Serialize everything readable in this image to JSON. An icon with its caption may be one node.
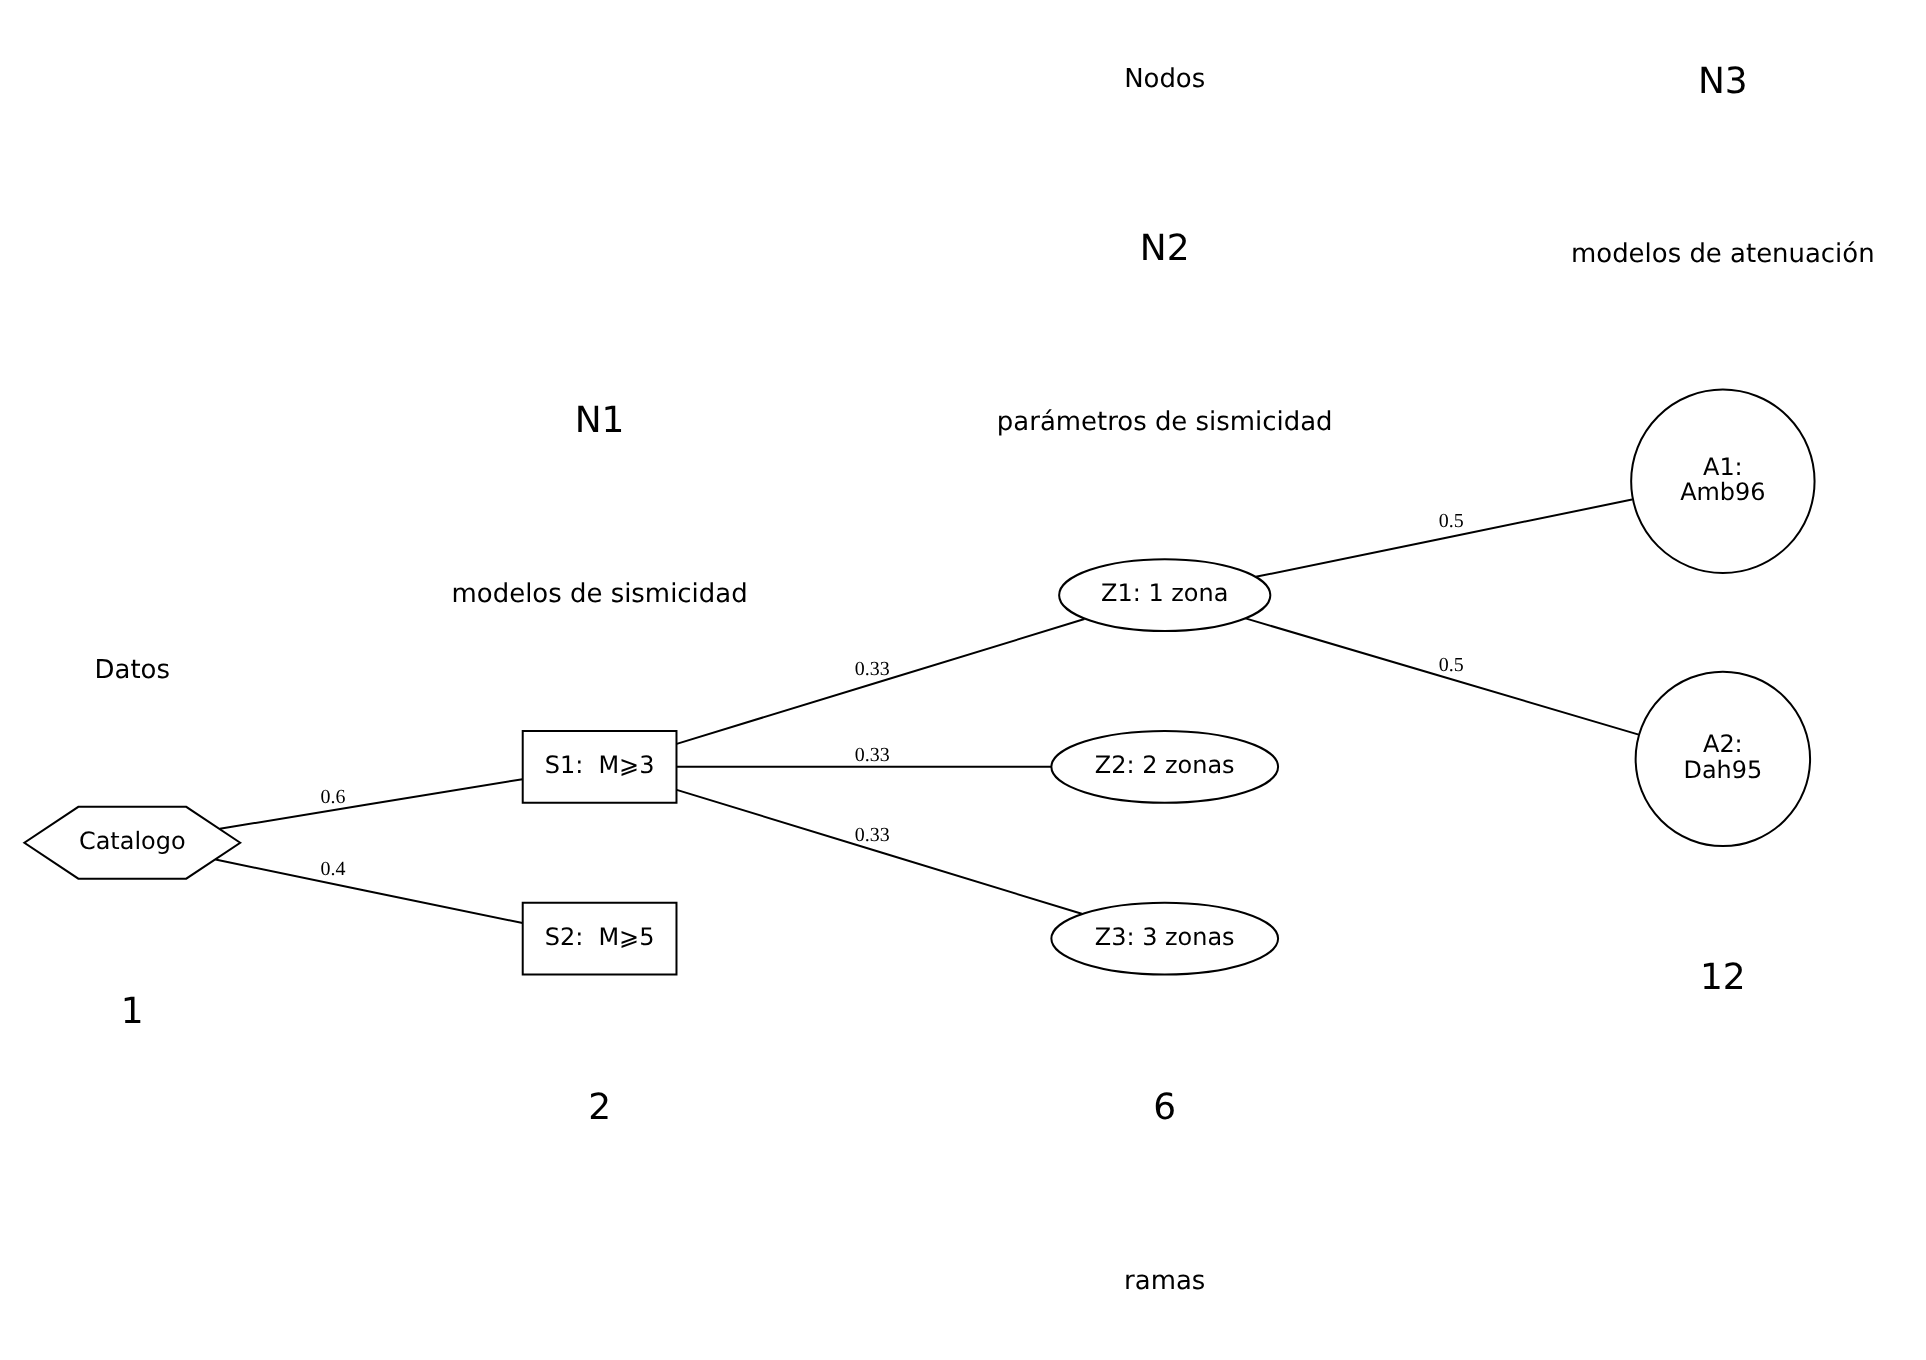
{
  "diagram": {
    "nodes": [
      {
        "text": [
          "Catalogo"
        ]
      },
      {
        "text": [
          "S1:  M⩾3"
        ]
      },
      {
        "text": [
          "S2:  M⩾5"
        ]
      },
      {
        "text": [
          "Z1: 1 zona"
        ]
      },
      {
        "text": [
          "Z2: 2 zonas"
        ]
      },
      {
        "text": [
          "Z3: 3 zonas"
        ]
      },
      {
        "text": [
          "A1: Amb96"
        ]
      },
      {
        "text": [
          "A2: Dah95"
        ]
      }
    ],
    "edges": [
      {
        "from": 0,
        "to": 1,
        "arrow": "none",
        "label": "0.6"
      },
      {
        "from": 0,
        "to": 2,
        "arrow": "none",
        "label": "0.4"
      },
      {
        "from": 1,
        "to": 3,
        "arrow": "none",
        "label": "0.33"
      },
      {
        "from": 1,
        "to": 4,
        "arrow": "none",
        "label": "0.33"
      },
      {
        "from": 1,
        "to": 5,
        "arrow": "none",
        "label": "0.33"
      },
      {
        "from": 3,
        "to": 6,
        "arrow": "none",
        "label": "0.5"
      },
      {
        "from": 3,
        "to": 7,
        "arrow": "none",
        "label": "0.5"
      }
    ],
    "labels": [
      "Nodos",
      "N1",
      "N2",
      "N3",
      "Datos",
      "modelos de sismicidad",
      "parámetros de sismicidad",
      "modelos de atenuación",
      "1",
      "2",
      "6",
      "12",
      "ramas"
    ]
  }
}
